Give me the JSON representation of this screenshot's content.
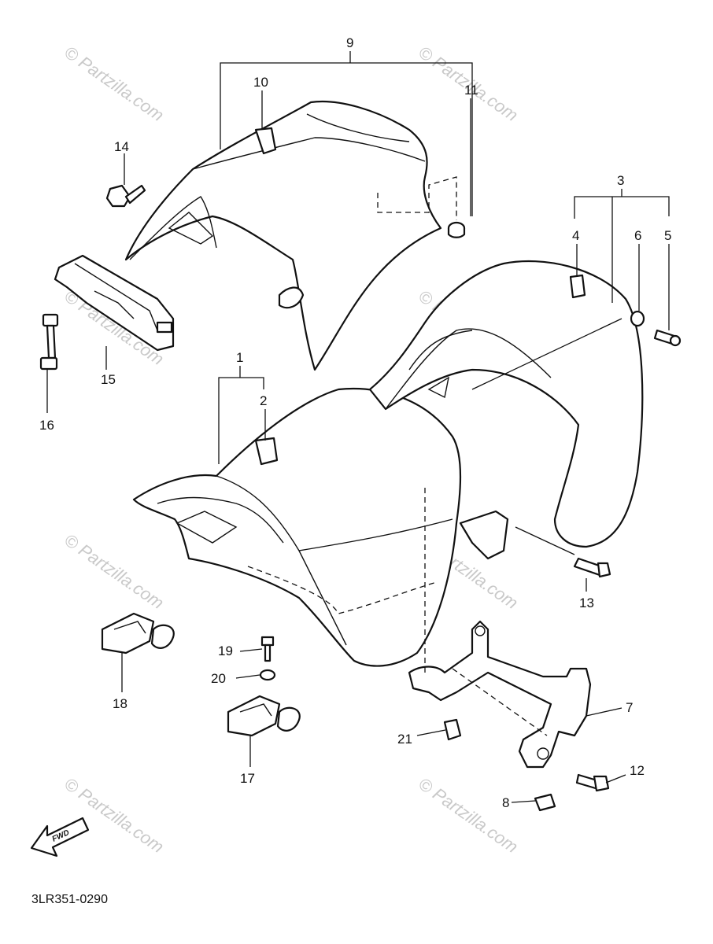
{
  "diagram": {
    "drawing_code": "3LR351-0290",
    "watermark": "© Partzilla.com",
    "fwd_label": "FWD",
    "callouts": {
      "c1": "1",
      "c2": "2",
      "c3": "3",
      "c4": "4",
      "c5": "5",
      "c6": "6",
      "c7": "7",
      "c8": "8",
      "c9": "9",
      "c10": "10",
      "c11": "11",
      "c12": "12",
      "c13": "13",
      "c14": "14",
      "c15": "15",
      "c16": "16",
      "c17": "17",
      "c18": "18",
      "c19": "19",
      "c20": "20",
      "c21": "21"
    }
  }
}
